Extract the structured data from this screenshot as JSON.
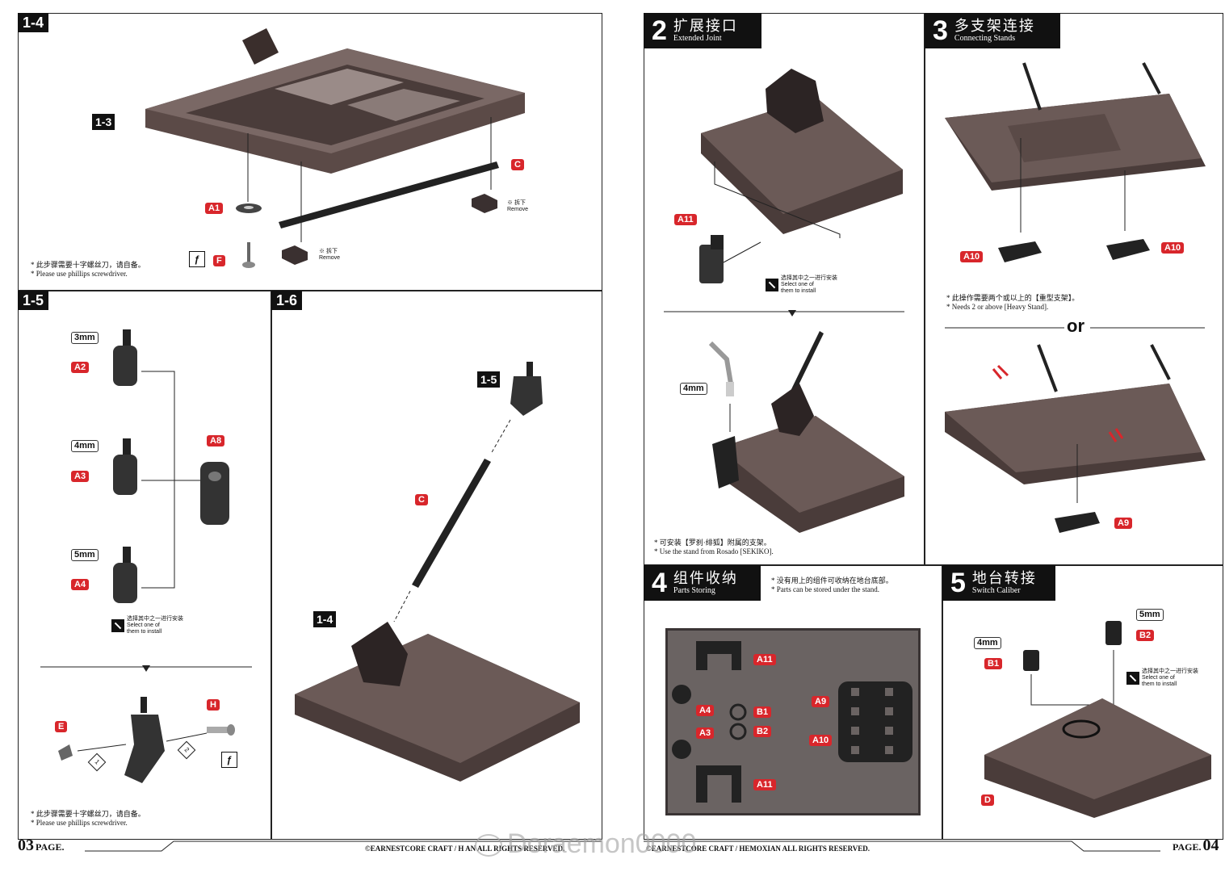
{
  "left_page": {
    "panel_1_4": {
      "tag": "1-4",
      "sub_tag": "1-3",
      "labels": {
        "a1": "A1",
        "c": "C",
        "f": "F"
      },
      "remove_cn_1": "※ 拆下",
      "remove_en_1": "Remove",
      "remove_cn_2": "※ 拆下",
      "remove_en_2": "Remove",
      "note_cn": "* 此步骤需要十字螺丝刀，请自备。",
      "note_en": "* Please use phillips screwdriver."
    },
    "panel_1_5": {
      "tag": "1-5",
      "sizes": [
        "3mm",
        "4mm",
        "5mm"
      ],
      "labels": {
        "a2": "A2",
        "a3": "A3",
        "a4": "A4",
        "a8": "A8",
        "e": "E",
        "h": "H"
      },
      "select_cn": "选择其中之一进行安装",
      "select_en_1": "Select one of",
      "select_en_2": "them to install",
      "steps": [
        "1",
        "2"
      ],
      "note_cn": "* 此步骤需要十字螺丝刀，请自备。",
      "note_en": "* Please use phillips screwdriver."
    },
    "panel_1_6": {
      "tag": "1-6",
      "ref_top": "1-5",
      "ref_bottom": "1-4",
      "label_c": "C"
    },
    "page_number": "03",
    "page_word": "PAGE.",
    "copyright": "©EARNESTCORE CRAFT / H",
    "copyright_tail": "AN ALL RIGHTS RESERVED."
  },
  "right_page": {
    "panel_2": {
      "num": "2",
      "cn": "扩展接口",
      "en": "Extended Joint",
      "label_a11": "A11",
      "select_cn": "选择其中之一进行安装",
      "select_en_1": "Select one of",
      "select_en_2": "them to install",
      "size": "4mm",
      "note_cn": "* 可安装【罗刹·绯狐】附属的支架。",
      "note_en": "* Use the stand from Rosado [SEKIKO]."
    },
    "panel_3": {
      "num": "3",
      "cn": "多支架连接",
      "en": "Connecting Stands",
      "label_a10_left": "A10",
      "label_a10_right": "A10",
      "label_a9": "A9",
      "note_cn": "* 此操作需要两个或以上的【重型支架】。",
      "note_en": "* Needs 2 or above [Heavy Stand].",
      "or": "or"
    },
    "panel_4": {
      "num": "4",
      "cn": "组件收纳",
      "en": "Parts Storing",
      "note_cn": "* 没有用上的组件可收纳在地台底部。",
      "note_en": "* Parts can be stored under the stand.",
      "labels": {
        "a11_top": "A11",
        "a4": "A4",
        "a3": "A3",
        "b1": "B1",
        "b2": "B2",
        "a9": "A9",
        "a10": "A10",
        "a11_bottom": "A11"
      }
    },
    "panel_5": {
      "num": "5",
      "cn": "地台转接",
      "en": "Switch Caliber",
      "sizes": {
        "b1": "4mm",
        "b2": "5mm"
      },
      "labels": {
        "b1": "B1",
        "b2": "B2",
        "d": "D"
      },
      "select_cn": "选择其中之一进行安装",
      "select_en_1": "Select one of",
      "select_en_2": "them to install"
    },
    "page_word": "PAGE.",
    "page_number": "04",
    "copyright": "©EARNESTCORE CRAFT / HEMOXIAN ALL RIGHTS RESERVED."
  },
  "watermark": "Doraemon0000"
}
